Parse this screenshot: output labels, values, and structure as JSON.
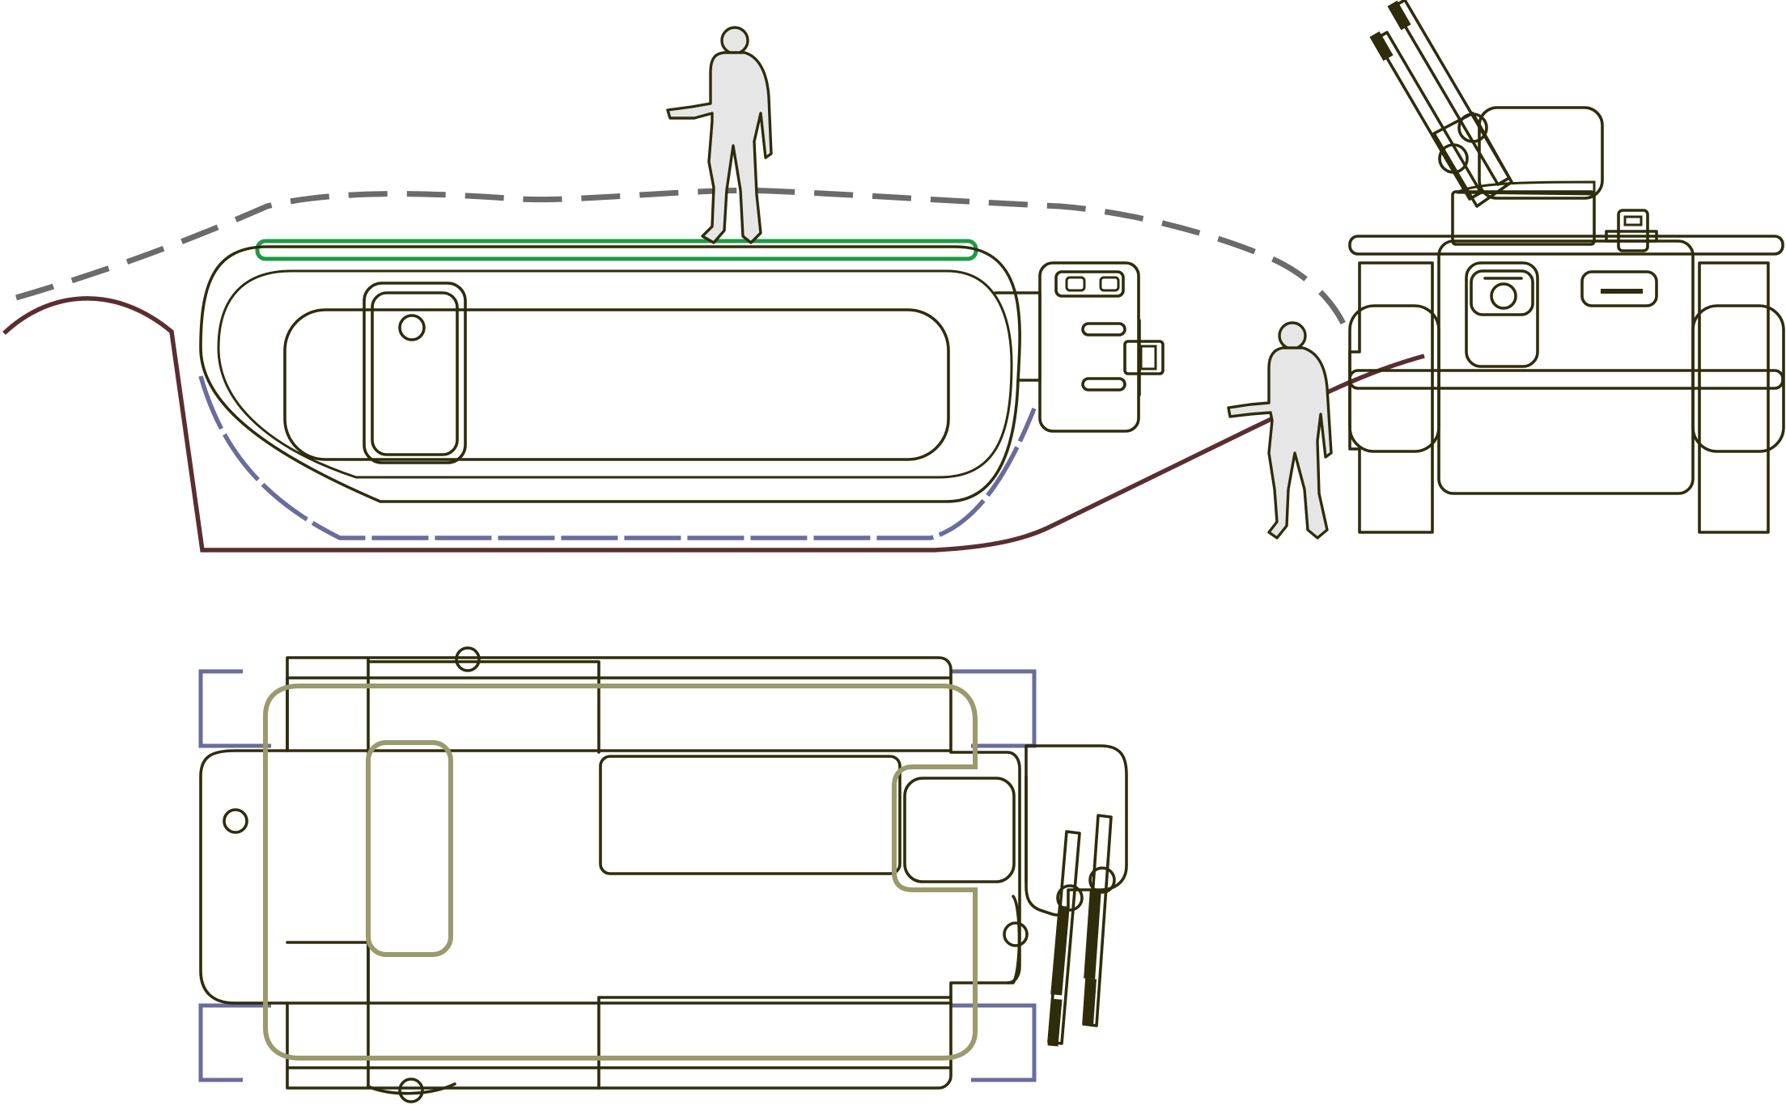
{
  "diagram": {
    "views": [
      "side-view",
      "front-view",
      "top-view"
    ],
    "colors": {
      "outline": "#2e2c0a",
      "ground_line": "#5a2e31",
      "terrain_dashed": "#6b6b6b",
      "track_dashed": "#6a6c9c",
      "hull_top_highlight": "#1e9a44",
      "top_view_hull_outline": "#9a9a6c",
      "top_view_track_brackets": "#6a6c9c",
      "figure_fill": "#e6e6e6"
    },
    "icons": [
      "human-figure-icon",
      "twin-cannon-icon",
      "hatch-icon"
    ]
  }
}
